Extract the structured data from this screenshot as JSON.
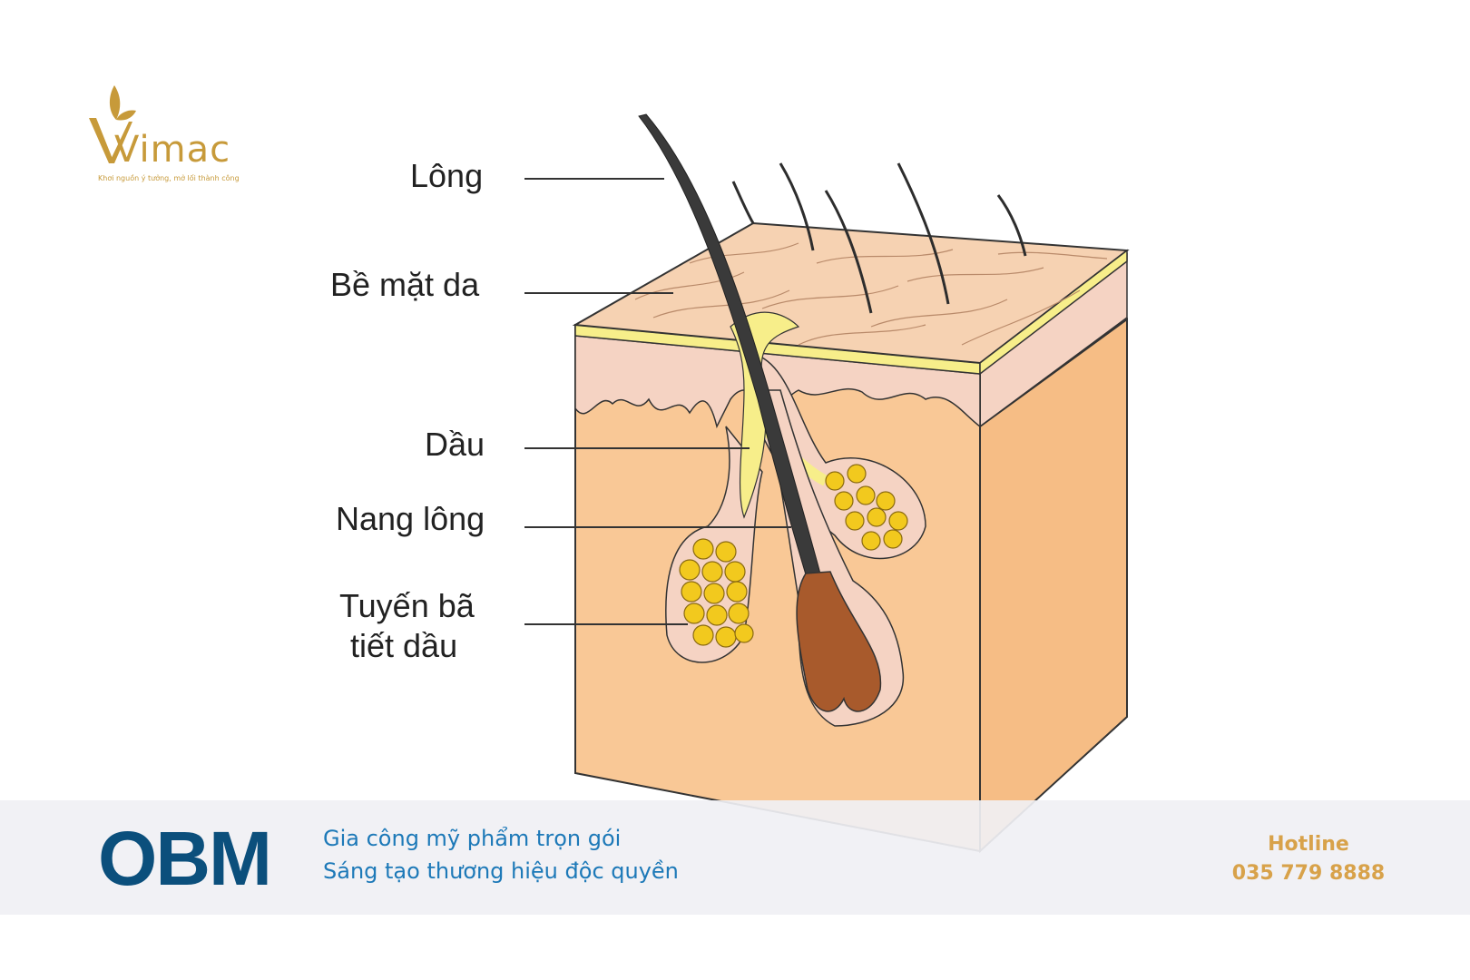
{
  "brand": {
    "logo_text": "Vimac",
    "tagline": "Khơi nguồn ý tưởng, mở lối thành công",
    "accent_color": "#c79a3a"
  },
  "diagram": {
    "labels": {
      "hair": "Lông",
      "skin_surface": "Bề mặt da",
      "oil": "Dầu",
      "follicle": "Nang lông",
      "gland_line1": "Tuyến bã",
      "gland_line2": "tiết dầu"
    },
    "colors": {
      "skin": "#f9c896",
      "dermis_top": "#f5d3c3",
      "sebum": "#f7ee8a",
      "gland_cell": "#f2c91e",
      "hair": "#3a3a3a",
      "bulb": "#a85a2c"
    }
  },
  "footer": {
    "logo": "OBM",
    "line1": "Gia công mỹ phẩm trọn gói",
    "line2": "Sáng tạo thương hiệu độc quyền",
    "hotline_label": "Hotline",
    "hotline_number": "035 779 8888",
    "brand_color": "#0b4f7c",
    "hotline_color": "#d8a24a"
  }
}
